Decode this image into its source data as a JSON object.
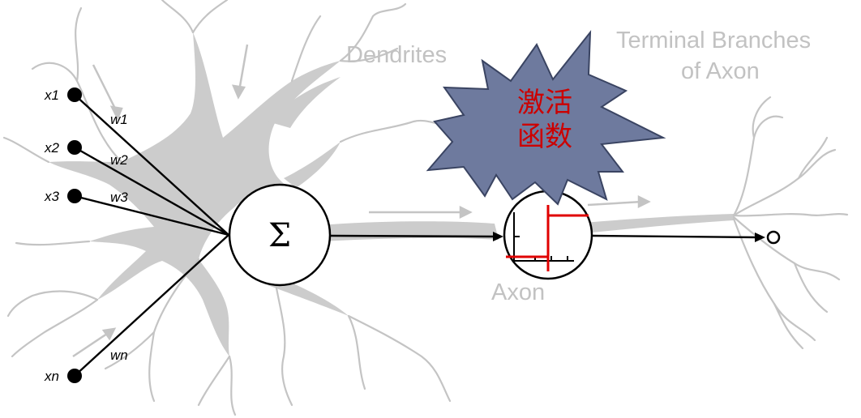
{
  "labels": {
    "dendrites": "Dendrites",
    "terminal_line1": "Terminal Branches",
    "terminal_line2": "of Axon",
    "axon": "Axon",
    "activation_line1": "激活",
    "activation_line2": "函数",
    "sum_symbol": "Σ"
  },
  "inputs": [
    {
      "name": "x1",
      "weight": "w1"
    },
    {
      "name": "x2",
      "weight": "w2"
    },
    {
      "name": "x3",
      "weight": "w3"
    },
    {
      "name": "xn",
      "weight": "wn"
    }
  ],
  "colors": {
    "neuron_body": "#cccccc",
    "neuron_label": "#c2c2c2",
    "starburst_fill": "#6e7a9e",
    "starburst_text": "#cc0000",
    "step_function": "#e00000"
  }
}
